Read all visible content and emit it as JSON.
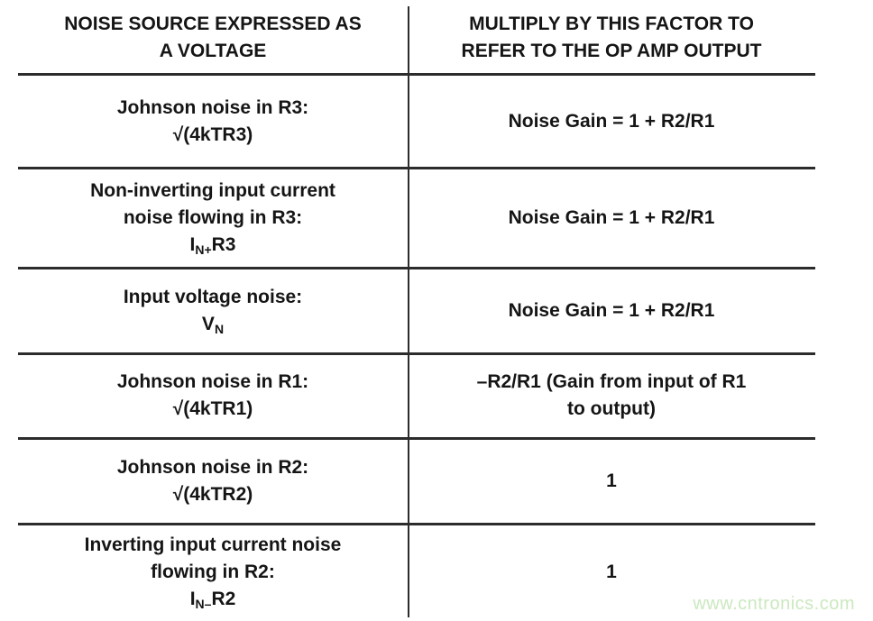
{
  "page": {
    "background": "#ffffff",
    "text_color": "#151515",
    "line_color": "#2c2c2c"
  },
  "watermark": {
    "text": "www.cntronics.com",
    "color": "#cbe8bf"
  },
  "table": {
    "header": {
      "source_col": {
        "line1": "NOISE SOURCE EXPRESSED AS",
        "line2": "A VOLTAGE"
      },
      "factor_col": {
        "line1": "MULTIPLY BY THIS FACTOR TO",
        "line2": "REFER TO THE OP AMP OUTPUT"
      }
    },
    "rows": [
      {
        "source": {
          "line1": "Johnson noise in R3:",
          "line2": "√(4kTR3)"
        },
        "factor": {
          "line1": "Noise Gain = 1 + R2/R1"
        }
      },
      {
        "source": {
          "line1": "Non-inverting input current",
          "line2": "noise flowing in R3:",
          "formula": {
            "base": "I",
            "sub": "N+",
            "post": "R3"
          }
        },
        "factor": {
          "line1": "Noise Gain = 1 + R2/R1"
        }
      },
      {
        "source": {
          "line1": "Input voltage noise:",
          "formula": {
            "base": "V",
            "sub": "N",
            "post": ""
          }
        },
        "factor": {
          "line1": "Noise Gain = 1 + R2/R1"
        }
      },
      {
        "source": {
          "line1": "Johnson noise in R1:",
          "line2": "√(4kTR1)"
        },
        "factor": {
          "line1": "–R2/R1 (Gain from input of R1",
          "line2": "to output)"
        }
      },
      {
        "source": {
          "line1": "Johnson noise in R2:",
          "line2": "√(4kTR2)"
        },
        "factor": {
          "line1": "1"
        }
      },
      {
        "source": {
          "line1": "Inverting input current noise",
          "line2": "flowing in R2:",
          "formula": {
            "base": "I",
            "sub": "N–",
            "post": "R2"
          }
        },
        "factor": {
          "line1": "1"
        }
      }
    ]
  }
}
